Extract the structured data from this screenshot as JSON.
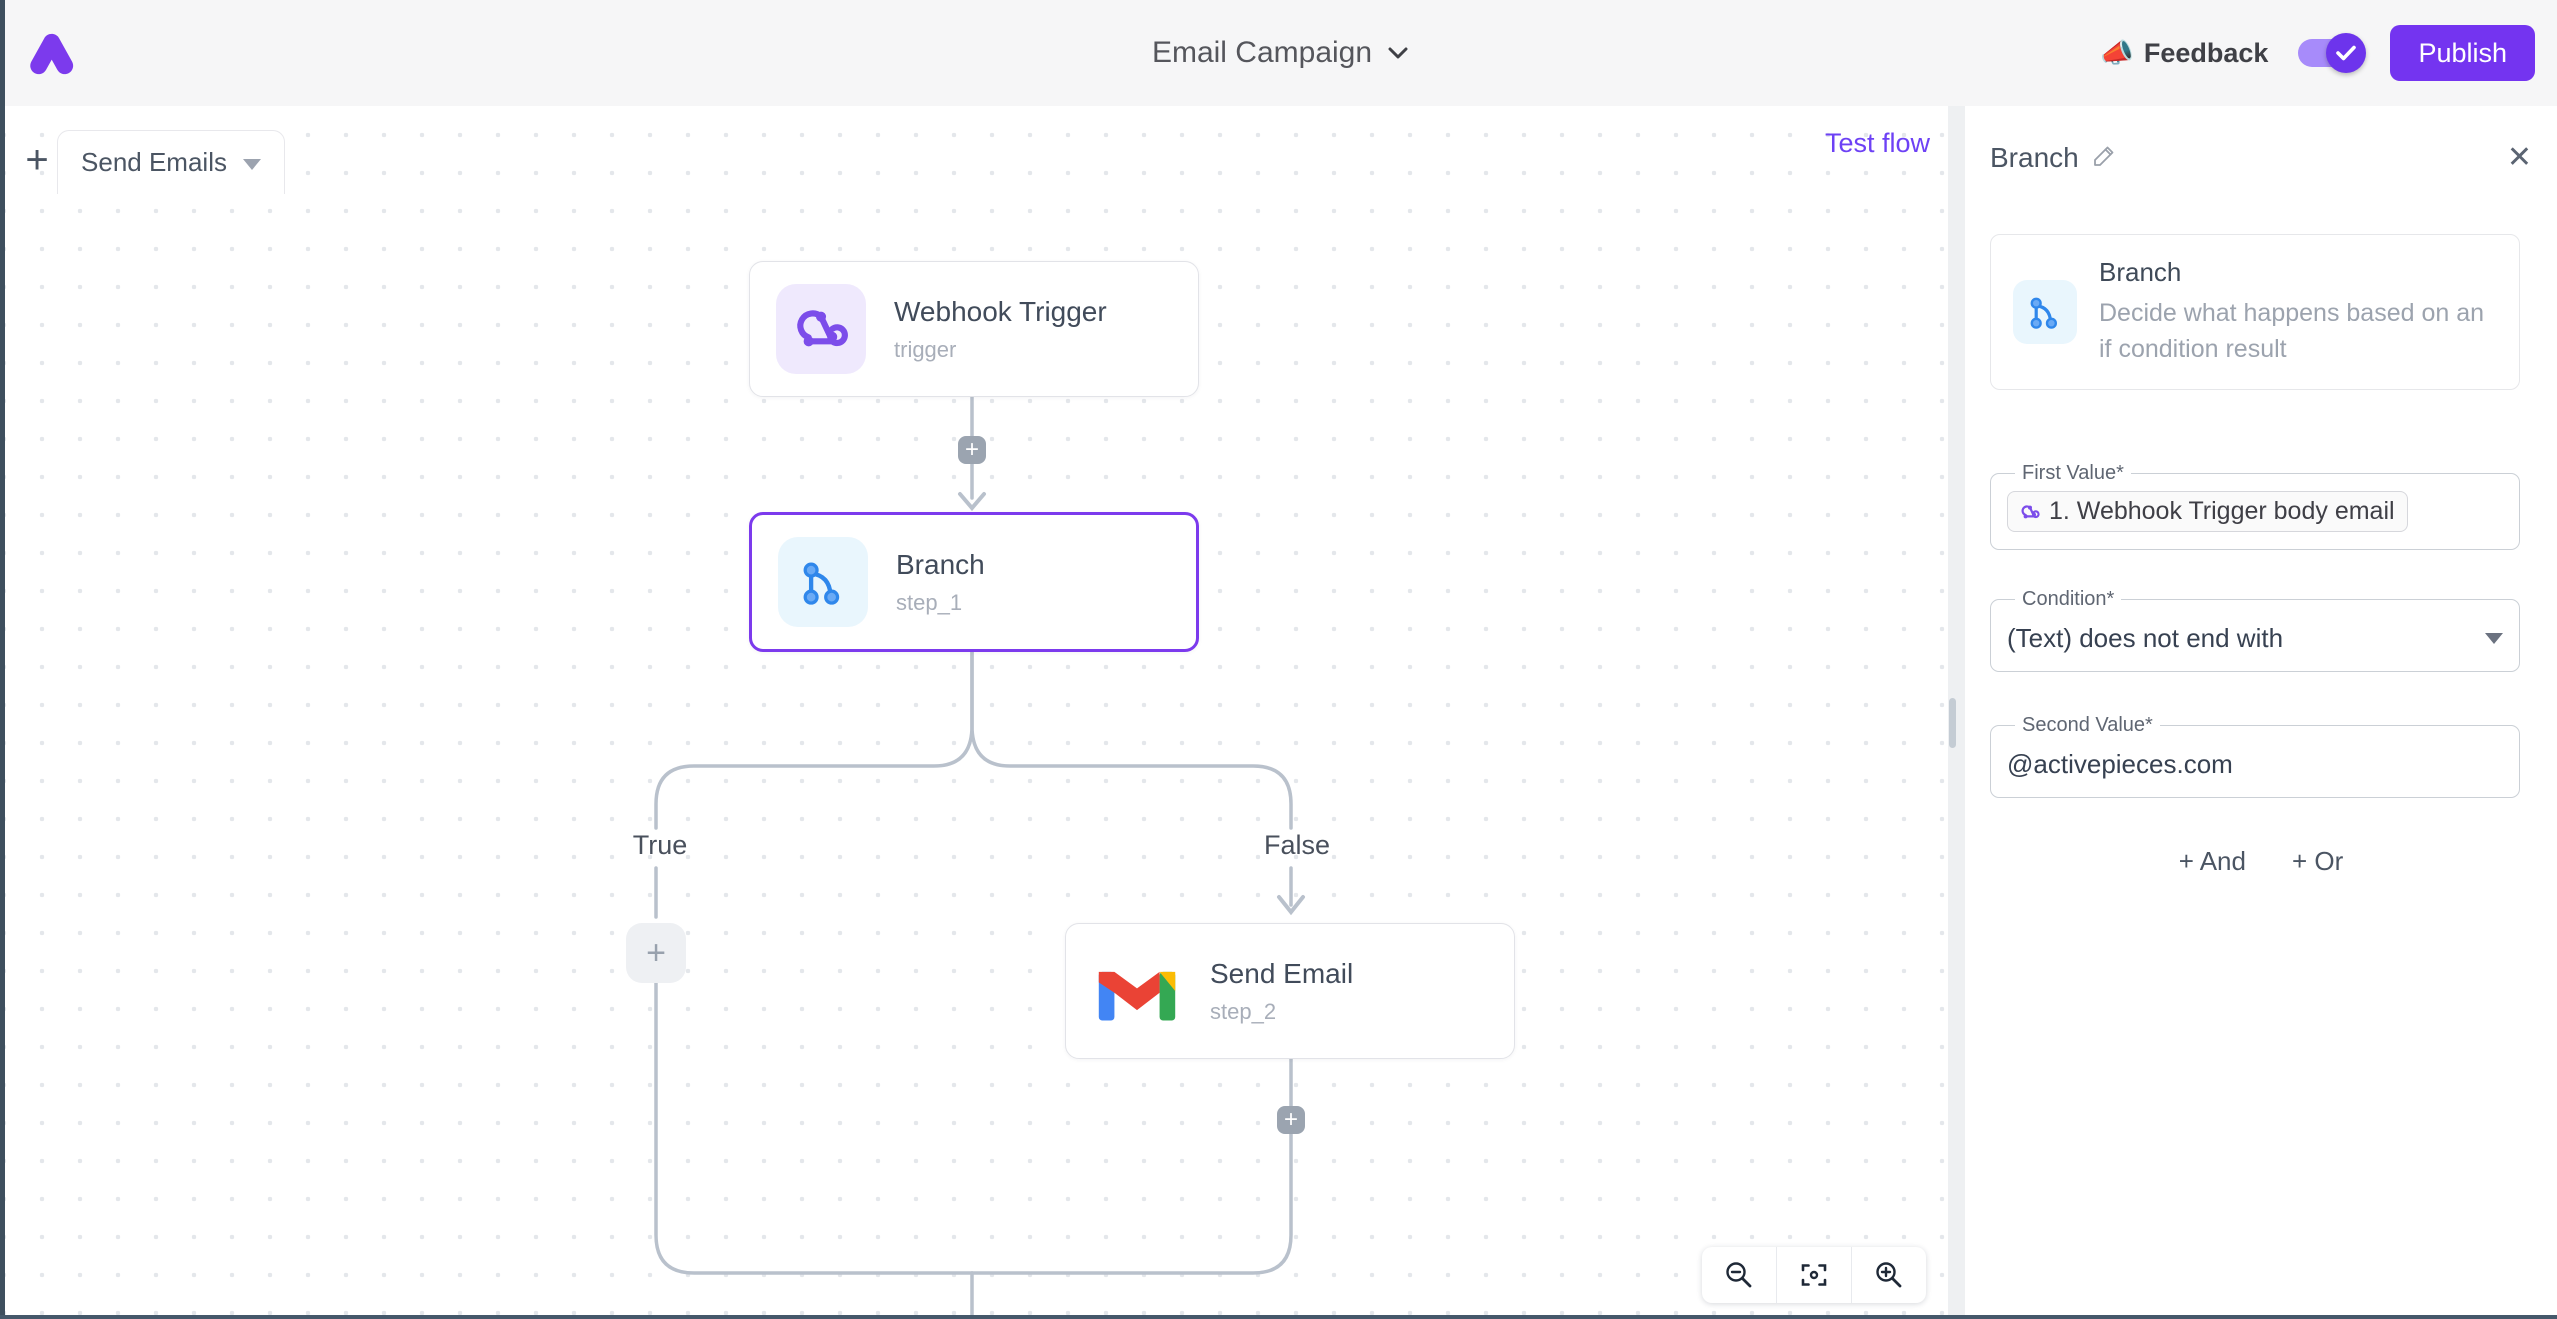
{
  "header": {
    "title": "Email Campaign",
    "feedback_emoji": "📣",
    "feedback_label": "Feedback",
    "publish_label": "Publish"
  },
  "canvas": {
    "tab_label": "Send Emails",
    "add_tab_label": "+",
    "test_flow_label": "Test flow",
    "nodes": [
      {
        "title": "Webhook Trigger",
        "subtitle": "trigger",
        "icon": "webhook-icon"
      },
      {
        "title": "Branch",
        "subtitle": "step_1",
        "icon": "branch-icon",
        "selected": true
      },
      {
        "title": "Send Email",
        "subtitle": "step_2",
        "icon": "gmail-icon"
      }
    ],
    "branch_labels": {
      "true": "True",
      "false": "False"
    },
    "plus_label": "+",
    "zoom_controls": [
      "zoom-out",
      "fit-view",
      "zoom-in"
    ]
  },
  "panel": {
    "title": "Branch",
    "close_label": "✕",
    "info": {
      "name": "Branch",
      "description": "Decide what happens based on an if condition result"
    },
    "fields": {
      "first_value": {
        "label": "First Value*",
        "token": "1. Webhook Trigger body email"
      },
      "condition": {
        "label": "Condition*",
        "value": "(Text) does not end with"
      },
      "second_value": {
        "label": "Second Value*",
        "value": "@activepieces.com"
      }
    },
    "buttons": {
      "and": "+ And",
      "or": "+ Or"
    }
  },
  "colors": {
    "accent": "#7434f0",
    "selected_border": "#7c3aed",
    "link": "#6d41f5",
    "toggle_track": "#a78bfa",
    "wire": "#b9c1cc"
  }
}
